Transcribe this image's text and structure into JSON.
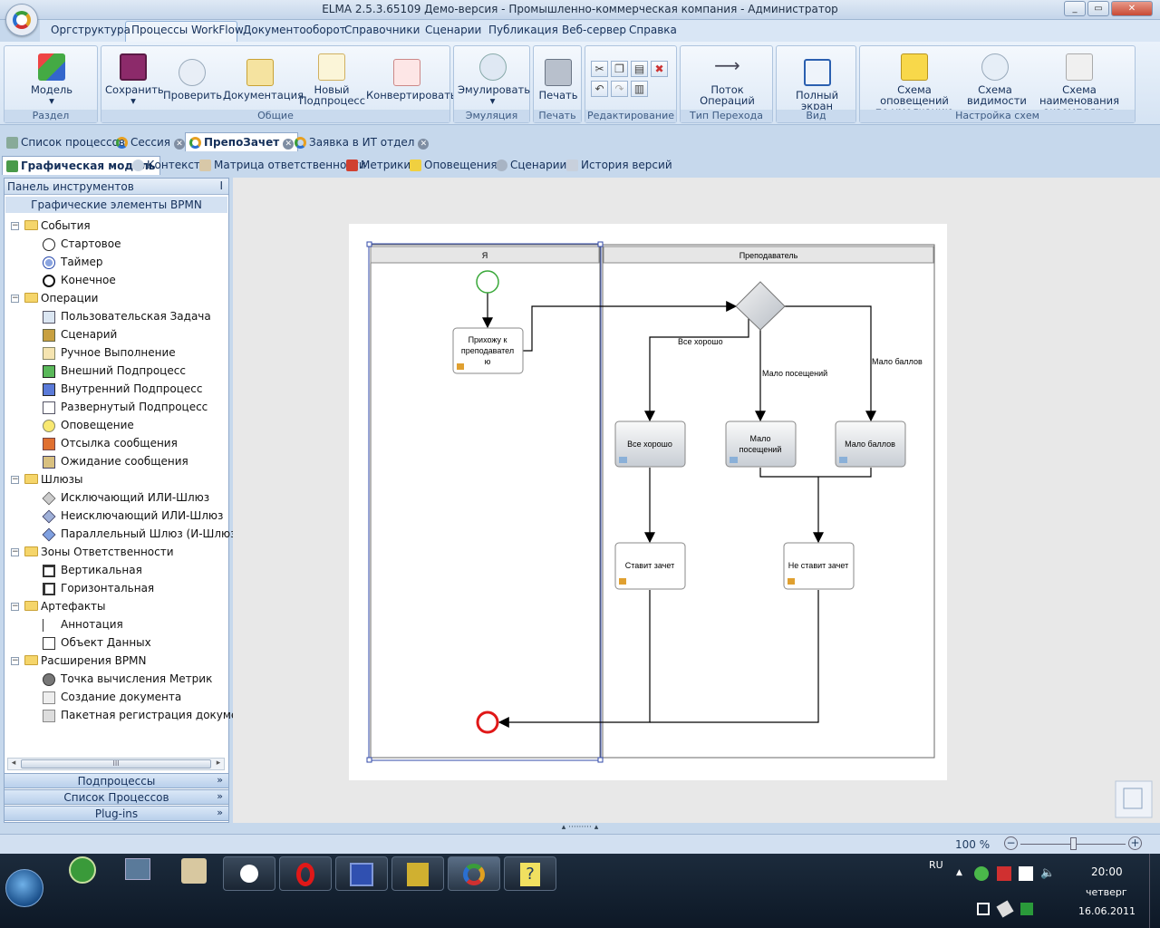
{
  "window": {
    "title": "ELMA 2.5.3.65109 Демо-версия - Промышленно-коммерческая компания - Администратор",
    "controls": [
      "_",
      "▭",
      "✕"
    ]
  },
  "menu": [
    "Оргструктура",
    "Процессы WorkFlow",
    "Документооборот",
    "Справочники",
    "Сценарии",
    "Публикация",
    "Веб-сервер",
    "Справка"
  ],
  "ribbon": {
    "groups": {
      "razdel": "Раздел",
      "obshchie": "Общие",
      "emulyaciya": "Эмуляция",
      "pechat": "Печать",
      "redaktirovanie": "Редактирование",
      "tip_perehoda": "Тип Перехода",
      "vid": "Вид",
      "nastroyka": "Настройка схем"
    },
    "buttons": {
      "model": "Модель",
      "save": "Сохранить",
      "check": "Проверить",
      "docs": "Документация",
      "new_subprocess_1": "Новый",
      "new_subprocess_2": "Подпроцесс",
      "convert": "Конвертировать",
      "emulate": "Эмулировать",
      "print": "Печать",
      "flow_ops": "Поток Операций",
      "fullscreen": "Полный экран",
      "notify_scheme_1": "Схема оповещений",
      "notify_scheme_2": "по умолчанию",
      "visibility_1": "Схема",
      "visibility_2": "видимости",
      "naming_1": "Схема наименования",
      "naming_2": "экземпляров"
    }
  },
  "doc_tabs": [
    "Список процессов",
    "Сессия",
    "ПрепоЗачет",
    "Заявка в ИТ отдел"
  ],
  "sub_tabs": [
    "Графическая модель",
    "Контекст",
    "Матрица ответственности",
    "Метрики",
    "Оповещения",
    "Сценарии",
    "История версий"
  ],
  "toolpanel": {
    "title": "Панель инструментов",
    "pin": "ⵏ",
    "section": "Графические элементы BPMN",
    "groups": [
      {
        "label": "События",
        "items": [
          "Стартовое",
          "Таймер",
          "Конечное"
        ]
      },
      {
        "label": "Операции",
        "items": [
          "Пользовательская Задача",
          "Сценарий",
          "Ручное Выполнение",
          "Внешний Подпроцесс",
          "Внутренний Подпроцесс",
          "Развернутый Подпроцесс",
          "Оповещение",
          "Отсылка сообщения",
          "Ожидание сообщения"
        ]
      },
      {
        "label": "Шлюзы",
        "items": [
          "Исключающий ИЛИ-Шлюз",
          "Неисключающий ИЛИ-Шлюз",
          "Параллельный Шлюз (И-Шлюз)"
        ]
      },
      {
        "label": "Зоны Ответственности",
        "items": [
          "Вертикальная",
          "Горизонтальная"
        ]
      },
      {
        "label": "Артефакты",
        "items": [
          "Аннотация",
          "Объект Данных"
        ]
      },
      {
        "label": "Расширения BPMN",
        "items": [
          "Точка вычисления Метрик",
          "Создание документа",
          "Пакетная регистрация документа"
        ]
      }
    ],
    "bottom_bars": [
      "Подпроцессы",
      "Список Процессов",
      "Plug-ins"
    ],
    "scroll_mark": "III"
  },
  "diagram": {
    "lane_left": "Я",
    "lane_right": "Преподаватель",
    "task_start_1": "Прихожу к",
    "task_start_2": "преподавател",
    "task_start_3": "ю",
    "task_good": "Все хорошо",
    "task_low_visits_1": "Мало",
    "task_low_visits_2": "посещений",
    "task_low_points": "Мало баллов",
    "task_pass": "Ставит зачет",
    "task_fail": "Не ставит зачет",
    "flow_good": "Все хорошо",
    "flow_low_visits": "Мало посещений",
    "flow_low_points": "Мало баллов"
  },
  "status": {
    "zoom": "100 %"
  },
  "tray": {
    "lang": "RU",
    "time": "20:00",
    "day": "четверг",
    "date": "16.06.2011"
  }
}
